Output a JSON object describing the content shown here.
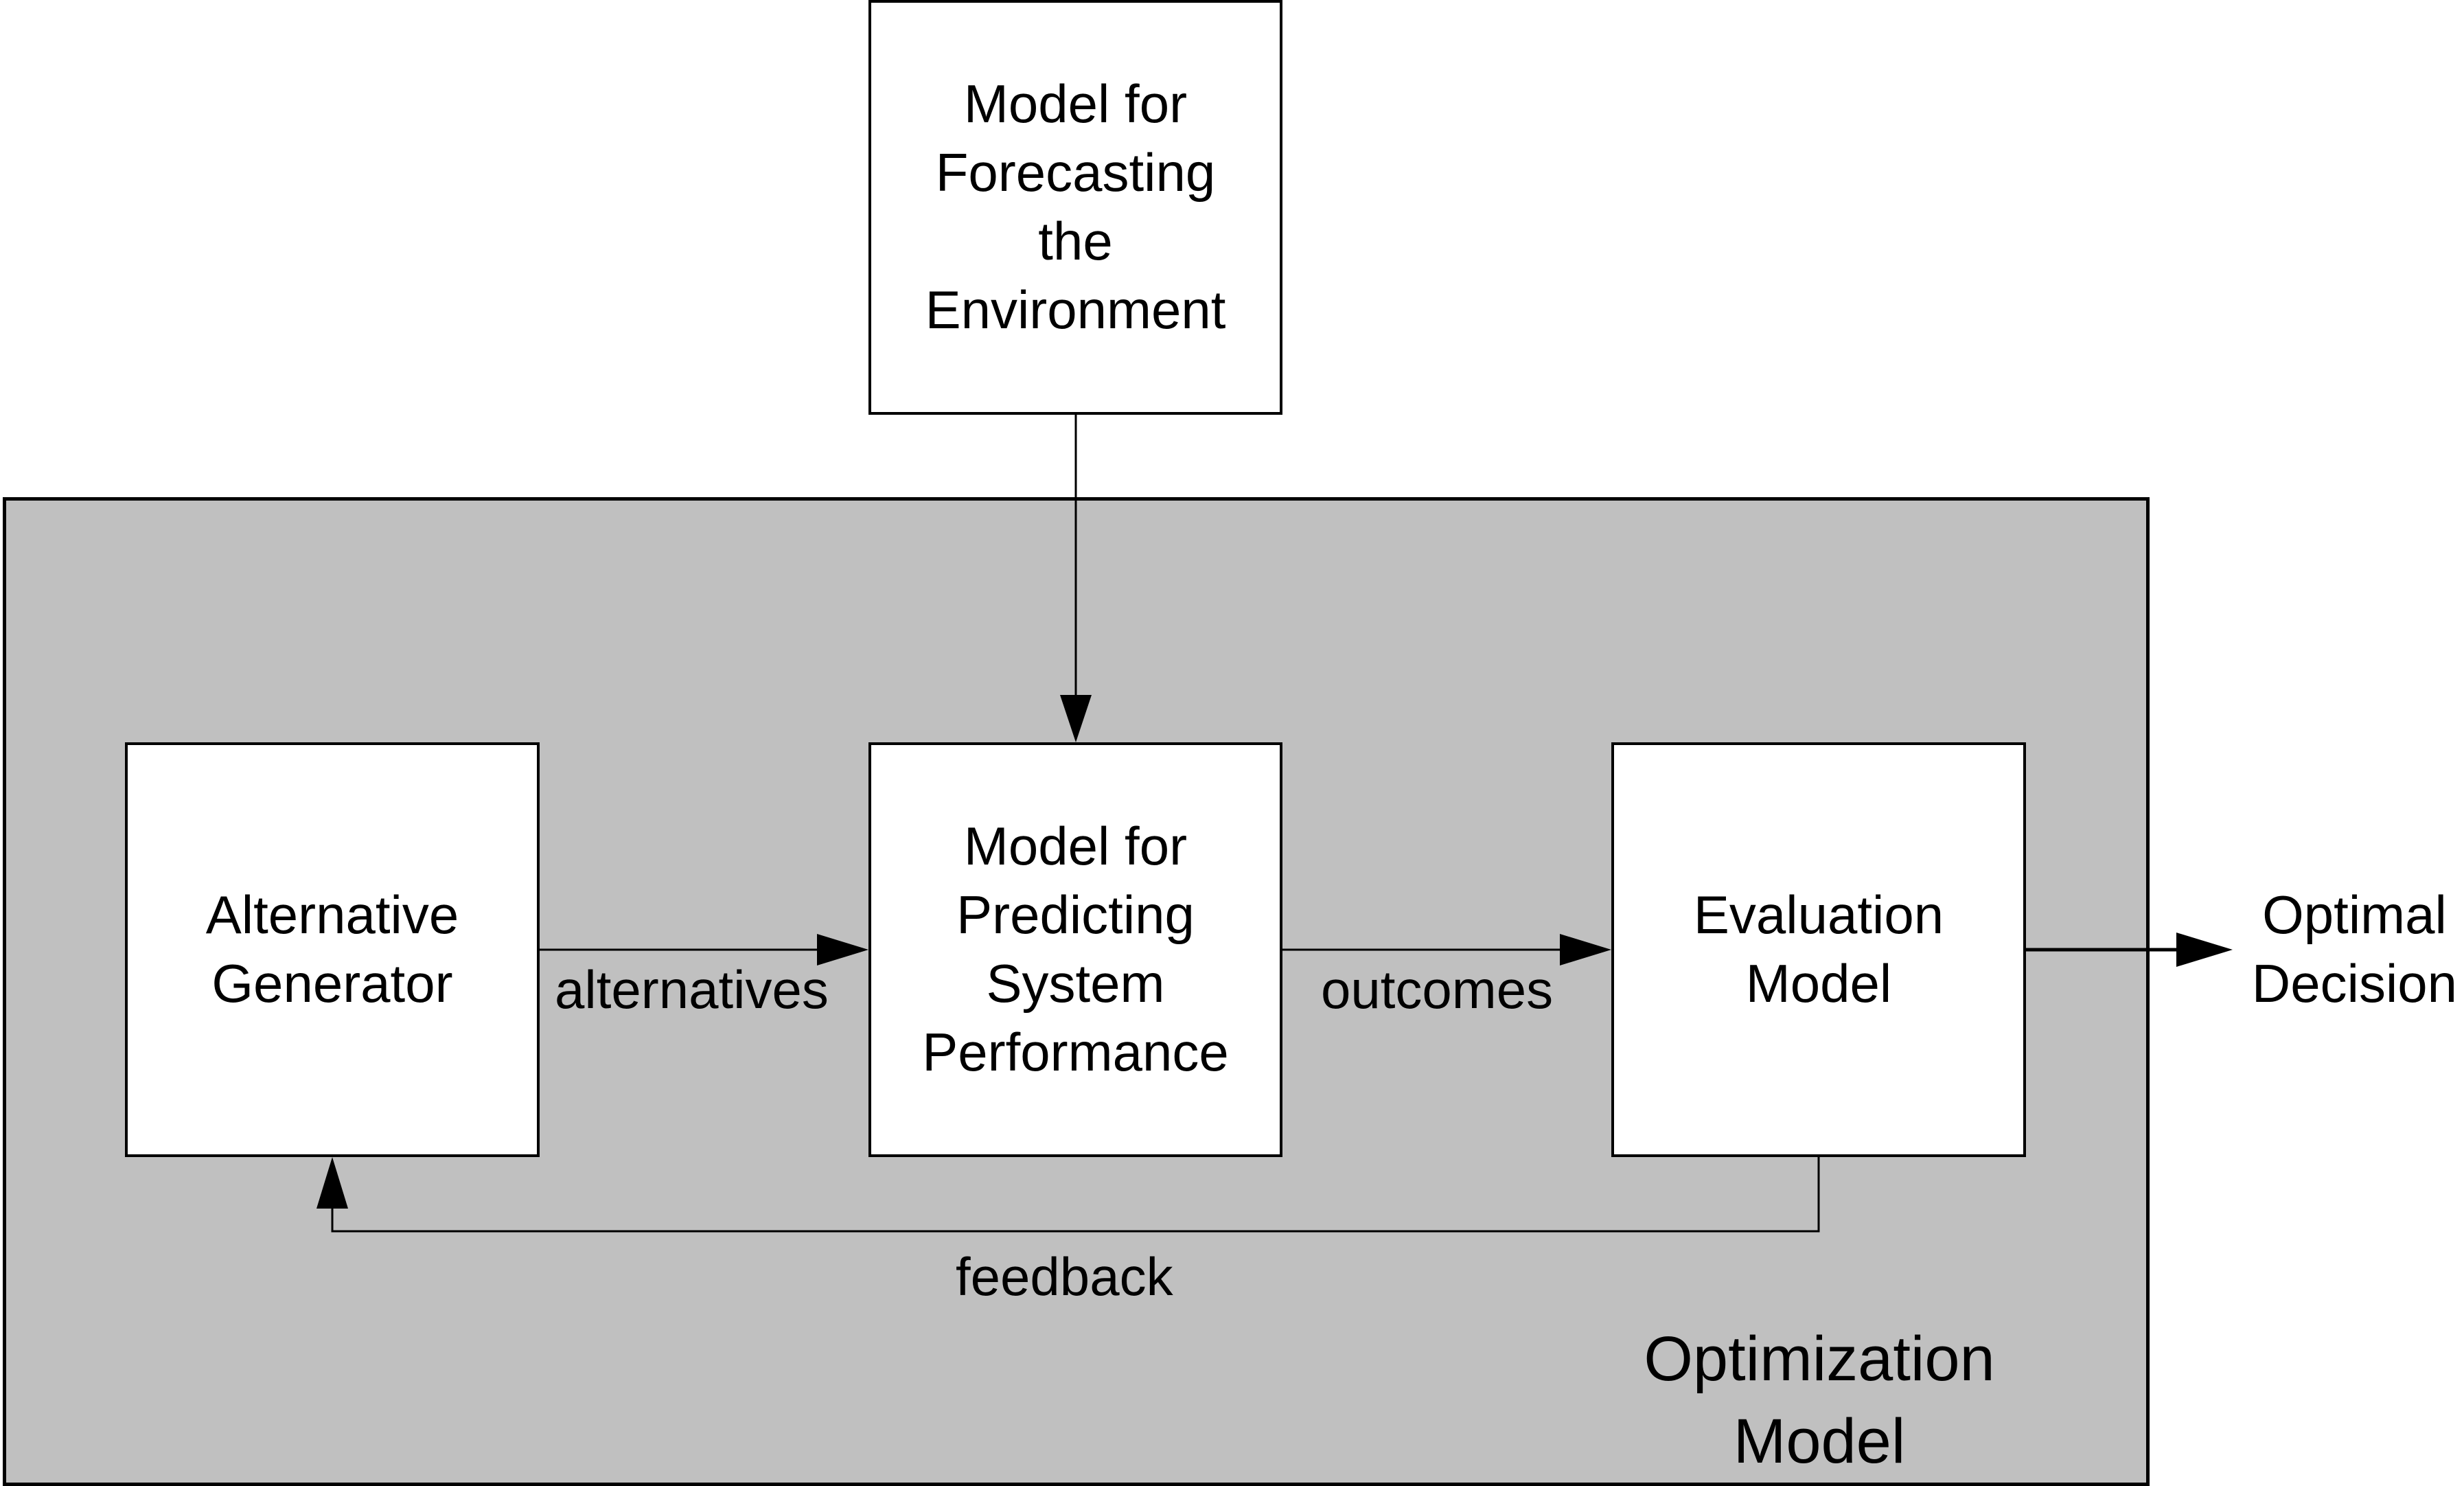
{
  "diagram": {
    "nodes": {
      "forecast": {
        "lines": [
          "Model for",
          "Forecasting",
          "the",
          "Environment"
        ]
      },
      "generator": {
        "lines": [
          "Alternative",
          "Generator"
        ]
      },
      "predict": {
        "lines": [
          "Model for",
          "Predicting",
          "System",
          "Performance"
        ]
      },
      "evaluation": {
        "lines": [
          "Evaluation",
          "Model"
        ]
      },
      "decision": {
        "lines": [
          "Optimal",
          "Decision"
        ]
      }
    },
    "container": {
      "lines": [
        "Optimization",
        "Model"
      ]
    },
    "edges": [
      {
        "from": "forecast",
        "to": "predict",
        "label": ""
      },
      {
        "from": "generator",
        "to": "predict",
        "label": "alternatives"
      },
      {
        "from": "predict",
        "to": "evaluation",
        "label": "outcomes"
      },
      {
        "from": "evaluation",
        "to": "decision",
        "label": ""
      },
      {
        "from": "evaluation",
        "to": "generator",
        "label": "feedback"
      }
    ],
    "edge_labels": {
      "alternatives": "alternatives",
      "outcomes": "outcomes",
      "feedback": "feedback"
    },
    "colors": {
      "container_fill": "#c0c0c0",
      "box_fill": "#ffffff",
      "stroke": "#000000"
    }
  }
}
